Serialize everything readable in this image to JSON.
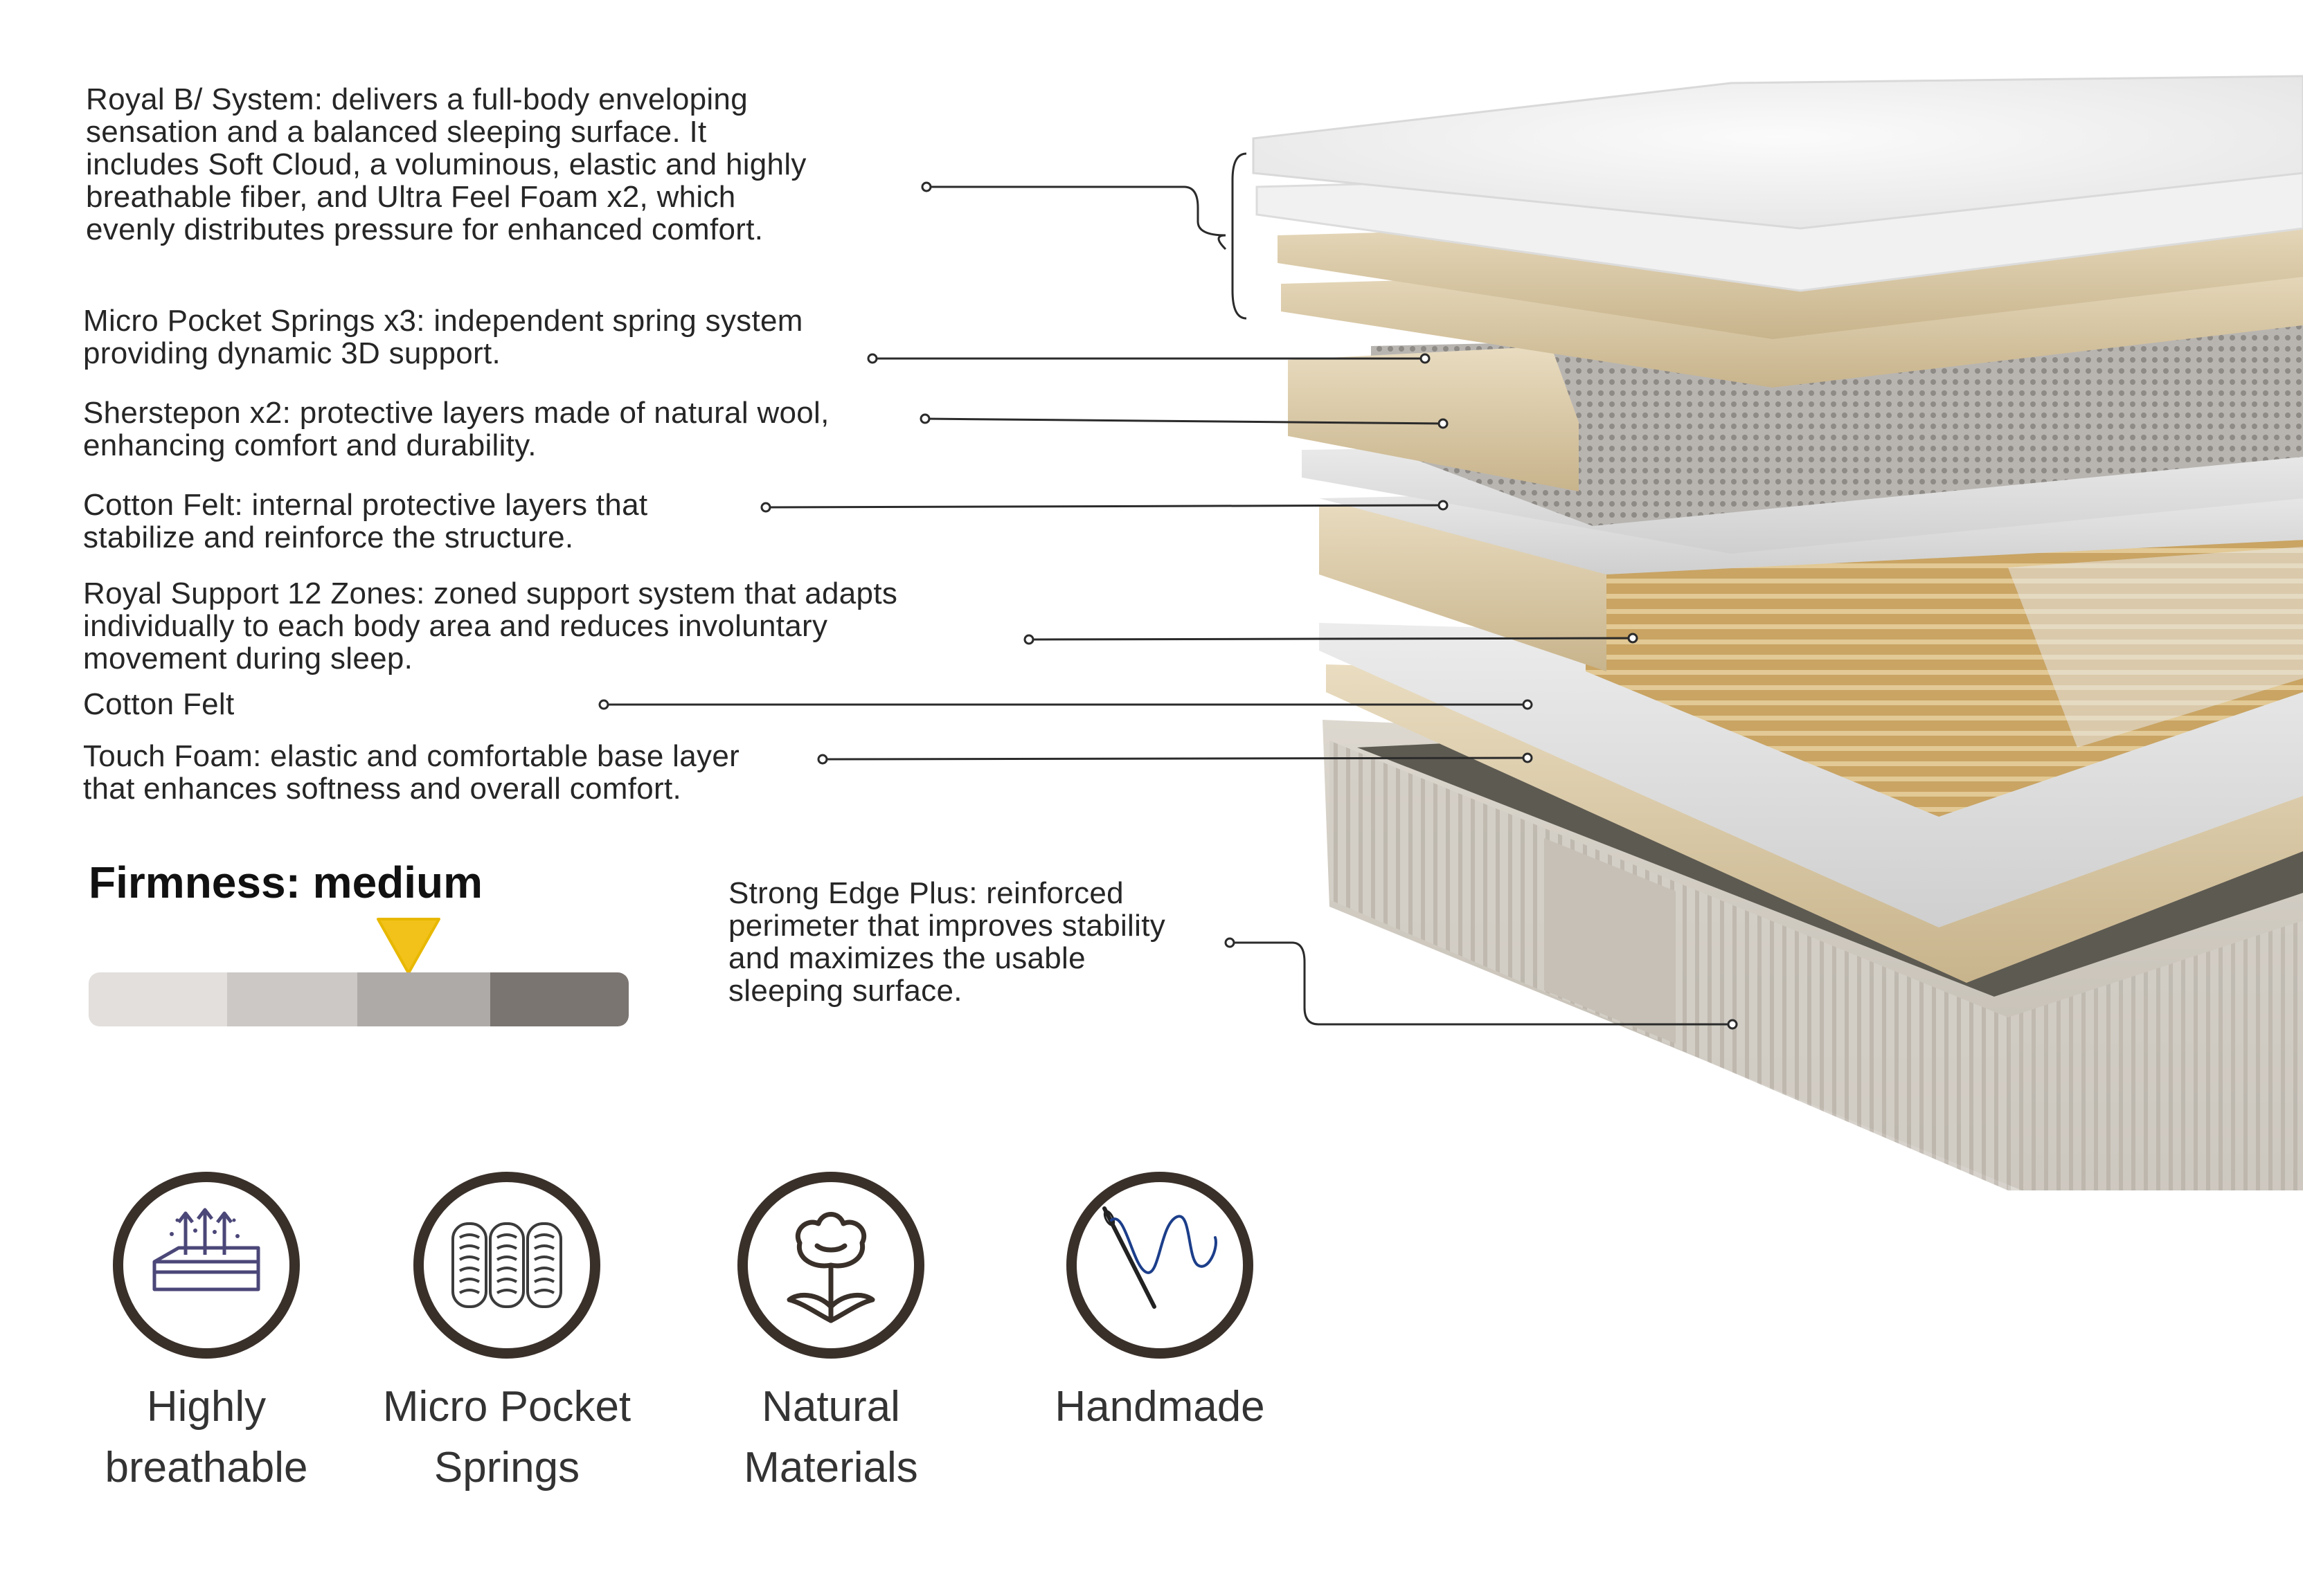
{
  "callouts": [
    "Royal B/ System: delivers a full-body enveloping\nsensation and a balanced sleeping surface. It\nincludes Soft Cloud, a voluminous, elastic and highly\nbreathable fiber, and Ultra Feel Foam x2, which\nevenly distributes pressure for enhanced comfort.",
    "Micro Pocket Springs x3: independent spring system\nproviding dynamic 3D support.",
    "Sherstepon x2: protective layers made of natural wool,\nenhancing comfort and durability.",
    "Cotton Felt: internal protective layers that\nstabilize and reinforce the structure.",
    "Royal Support 12 Zones: zoned support system that adapts\nindividually to each body area and reduces involuntary\nmovement during sleep.",
    "Cotton Felt",
    "Touch Foam: elastic and comfortable base layer\nthat enhances softness and overall comfort.",
    "Strong Edge Plus: reinforced\nperimeter that improves stability\nand maximizes the usable\nsleeping surface."
  ],
  "firmness": {
    "title": "Firmness: medium",
    "level": "medium",
    "selected_segment": 3,
    "segment_count": 4,
    "segment_colors": [
      "#e2dfdc",
      "#cbc8c5",
      "#adaaa7",
      "#7b7571"
    ],
    "marker_color": "#f2c21b"
  },
  "features": [
    {
      "label": "Highly\nbreathable",
      "icon": "breathable-mattress-icon"
    },
    {
      "label": "Micro Pocket\nSprings",
      "icon": "pocket-springs-icon"
    },
    {
      "label": "Natural\nMaterials",
      "icon": "cotton-flower-icon"
    },
    {
      "label": "Handmade",
      "icon": "needle-thread-icon"
    }
  ],
  "colors": {
    "ring": "#3a302a",
    "icon_line": "#4b4778",
    "thread": "#1c3e8a",
    "foam": "#d8c9a8",
    "felt": "#d9d9d9",
    "border_fabric": "#cfcac2"
  }
}
